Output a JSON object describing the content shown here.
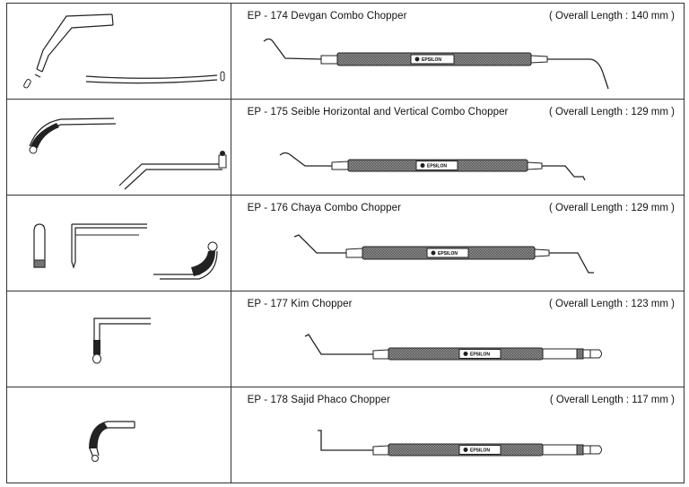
{
  "products": [
    {
      "code": "EP - 174 Devgan Combo Chopper",
      "length": "( Overall Length : 140 mm )",
      "brand": "EPSILON"
    },
    {
      "code": "EP - 175  Seible Horizontal and Vertical Combo Chopper",
      "length": "( Overall Length : 129 mm )",
      "brand": "EPSILON"
    },
    {
      "code": "EP - 176  Chaya Combo Chopper",
      "length": "( Overall Length : 129 mm )",
      "brand": "EPSILON"
    },
    {
      "code": "EP - 177  Kim Chopper",
      "length": "( Overall Length : 123 mm )",
      "brand": "EPSILON"
    },
    {
      "code": "EP - 178  Sajid Phaco Chopper",
      "length": "( Overall Length : 117 mm )",
      "brand": "EPSILON"
    }
  ]
}
